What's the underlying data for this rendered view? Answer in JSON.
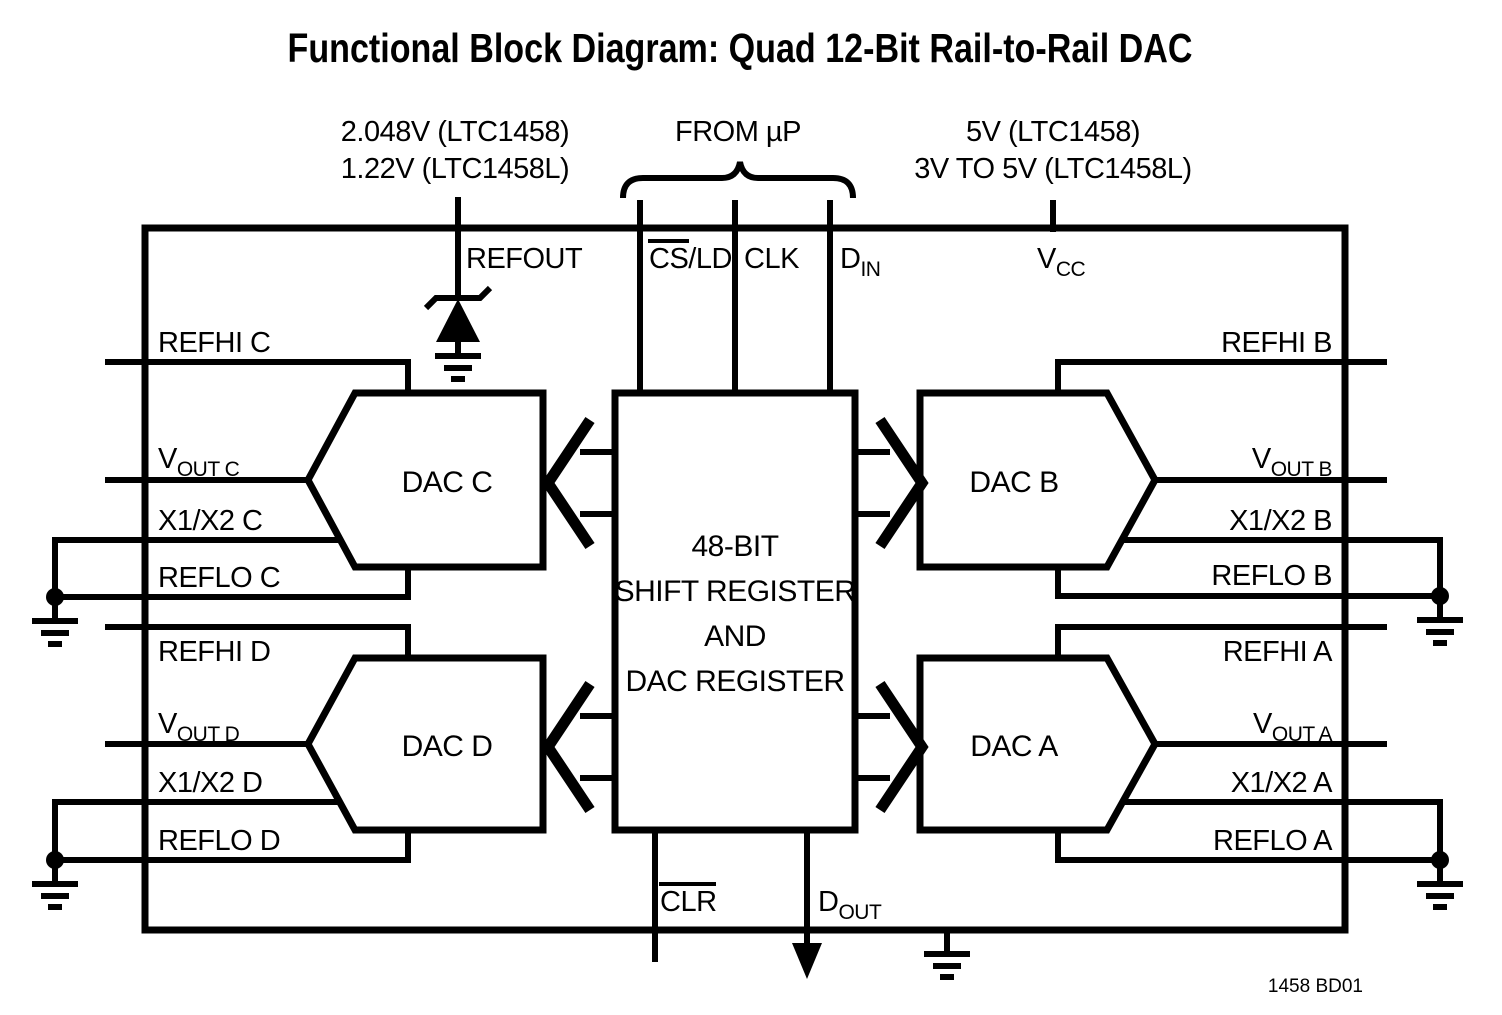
{
  "title": "Functional Block Diagram: Quad 12-Bit Rail-to-Rail DAC",
  "top": {
    "ref_voltage_line1": "2.048V (LTC1458)",
    "ref_voltage_line2": "1.22V (LTC1458L)",
    "from_microprocessor": "FROM µP",
    "supply_line1": "5V (LTC1458)",
    "supply_line2": "3V TO 5V (LTC1458L)"
  },
  "pins": {
    "refout": "REFOUT",
    "csld_overlined": "CS",
    "csld_rest": "/LD",
    "clk": "CLK",
    "din_main": "D",
    "din_sub": "IN",
    "vcc_main": "V",
    "vcc_sub": "CC",
    "clr": "CLR",
    "dout_main": "D",
    "dout_sub": "OUT"
  },
  "center_block": {
    "lines": [
      "48-BIT",
      "SHIFT REGISTER",
      "AND",
      "DAC REGISTER"
    ]
  },
  "dac_labels": {
    "c": "DAC C",
    "b": "DAC B",
    "d": "DAC D",
    "a": "DAC A"
  },
  "signals": {
    "c": {
      "refhi": "REFHI C",
      "vout_main": "V",
      "vout_sub": "OUT C",
      "x1x2": "X1/X2 C",
      "reflo": "REFLO C"
    },
    "b": {
      "refhi": "REFHI B",
      "vout_main": "V",
      "vout_sub": "OUT B",
      "x1x2": "X1/X2 B",
      "reflo": "REFLO B"
    },
    "d": {
      "refhi": "REFHI D",
      "vout_main": "V",
      "vout_sub": "OUT D",
      "x1x2": "X1/X2 D",
      "reflo": "REFLO D"
    },
    "a": {
      "refhi": "REFHI A",
      "vout_main": "V",
      "vout_sub": "OUT A",
      "x1x2": "X1/X2 A",
      "reflo": "REFLO A"
    }
  },
  "figure_id": "1458 BD01",
  "colors": {
    "ink": "#000000",
    "background": "#ffffff"
  }
}
